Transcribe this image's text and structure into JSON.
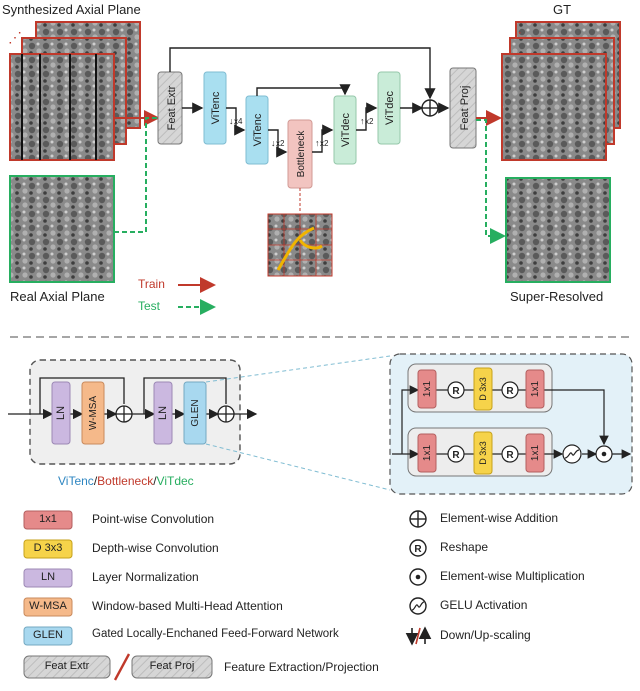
{
  "top": {
    "synth_label": "Synthesized Axial Plane",
    "gt_label": "GT",
    "real_label": "Real Axial Plane",
    "sr_label": "Super-Resolved",
    "train_label": "Train",
    "test_label": "Test",
    "feat_extr": "Feat Extr",
    "feat_proj": "Feat Proj",
    "vitenc": "ViTenc",
    "vitdec": "ViTdec",
    "bottleneck": "Bottleneck",
    "down4": "x4",
    "down2": "x2",
    "up2a": "x2",
    "up2b": "x2"
  },
  "block": {
    "ln": "LN",
    "wmsa": "W-MSA",
    "glen": "GLEN",
    "caption_enc": "ViTenc",
    "caption_sep1": "/",
    "caption_bott": "Bottleneck",
    "caption_sep2": "/",
    "caption_dec": "ViTdec",
    "conv1x1": "1x1",
    "dconv": "D 3x3",
    "reshape": "R"
  },
  "legend": {
    "left": [
      {
        "key": "1x1",
        "label": "Point-wise Convolution"
      },
      {
        "key": "D 3x3",
        "label": "Depth-wise Convolution"
      },
      {
        "key": "LN",
        "label": "Layer Normalization"
      },
      {
        "key": "W-MSA",
        "label": "Window-based Multi-Head Attention"
      },
      {
        "key": "GLEN",
        "label": "Gated Locally-Enchaned Feed-Forward Network"
      }
    ],
    "right": [
      {
        "label": "Element-wise Addition"
      },
      {
        "label": "Reshape"
      },
      {
        "label": "Element-wise Multiplication"
      },
      {
        "label": "GELU Activation"
      },
      {
        "label": "Down/Up-scaling"
      }
    ],
    "feat_extr": "Feat Extr",
    "feat_proj": "Feat Proj",
    "feat_caption": "Feature Extraction/Projection"
  },
  "colors": {
    "train": "#c0392b",
    "test": "#27ae60",
    "enc": "#a9dff0",
    "dec": "#c9ecd8",
    "bottleneck": "#f2c4c0",
    "conv1x1": "#e58a8a",
    "dconv": "#f6d34a",
    "ln": "#cbb8e0",
    "wmsa": "#f5b98a",
    "glen": "#a8d8ef",
    "feat": "#d4d4d4",
    "caption_enc": "#2e86c1",
    "caption_bott": "#c0392b",
    "caption_dec": "#27ae60"
  }
}
